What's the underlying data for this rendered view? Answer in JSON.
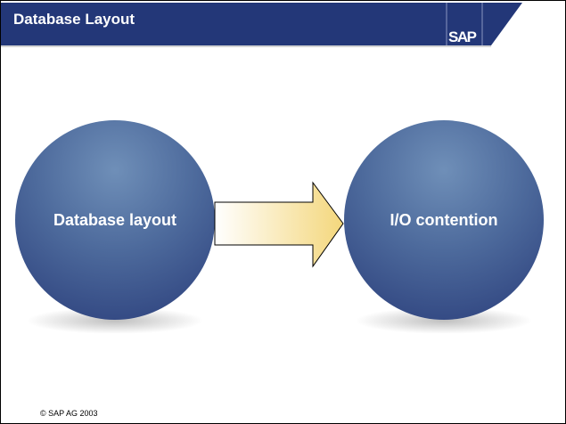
{
  "header": {
    "title": "Database Layout",
    "logo": "SAP"
  },
  "diagram": {
    "left": "Database layout",
    "right": "I/O contention"
  },
  "footer": {
    "copyright": "©  SAP AG 2003"
  },
  "colors": {
    "banner": "#233778",
    "circle": "#4d6a9c",
    "arrow_fill": "#f6dc8a"
  }
}
